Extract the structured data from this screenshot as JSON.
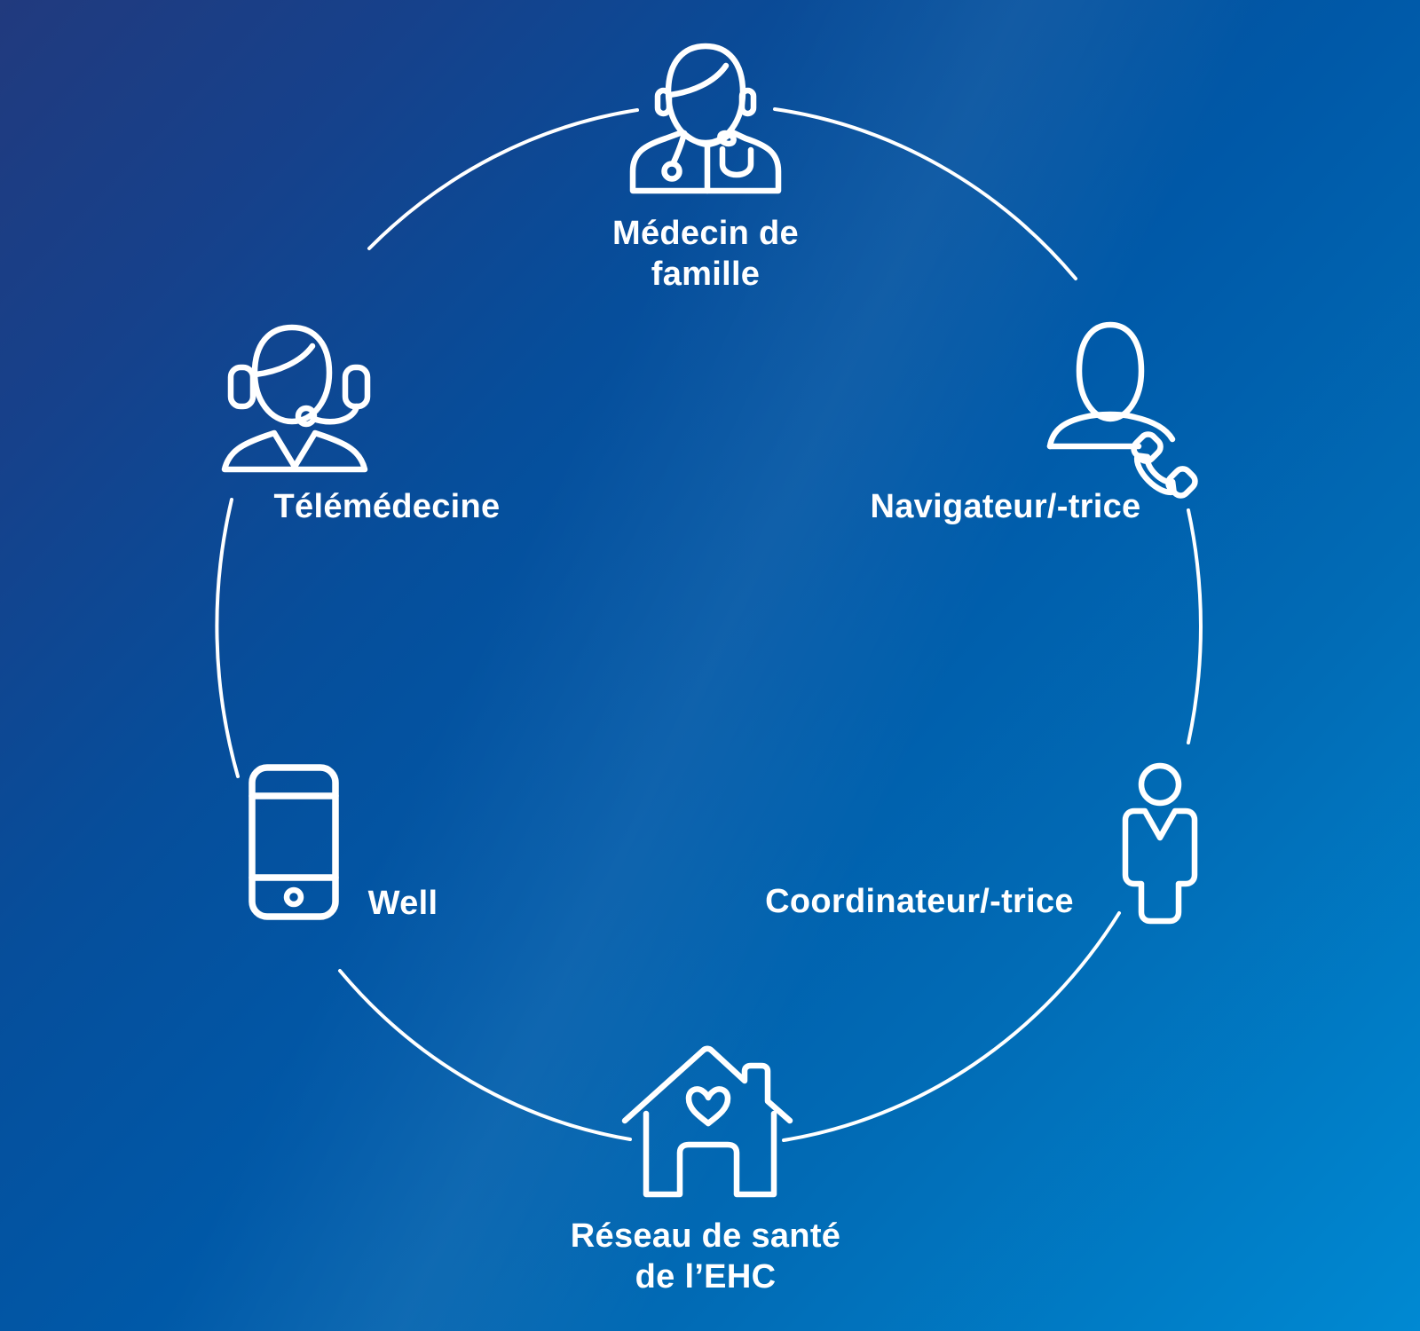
{
  "background": {
    "gradient_start": "#213A7E",
    "gradient_mid": "#0059A8",
    "gradient_end": "#0089D2"
  },
  "line_color": "#FFFFFF",
  "diagram": {
    "type": "circular-cycle",
    "ring": "thin white elliptical ring with gaps at each node",
    "nodes": [
      {
        "id": "medecin-de-famille",
        "label": "Médecin de famille",
        "label_lines": [
          "Médecin de",
          "famille"
        ],
        "icon": "doctor-icon",
        "position": "top"
      },
      {
        "id": "navigateur",
        "label": "Navigateur/-trice",
        "icon": "person-with-phone-icon",
        "position": "upper-right"
      },
      {
        "id": "coordinateur",
        "label": "Coordinateur/-trice",
        "icon": "person-icon",
        "position": "lower-right"
      },
      {
        "id": "reseau-sante-ehc",
        "label": "Réseau de santé de l’EHC",
        "label_lines": [
          "Réseau de santé",
          "de l’EHC"
        ],
        "icon": "house-heart-icon",
        "position": "bottom"
      },
      {
        "id": "well",
        "label": "Well",
        "icon": "smartphone-icon",
        "position": "lower-left"
      },
      {
        "id": "telemedecine",
        "label": "Télémédecine",
        "icon": "headset-agent-icon",
        "position": "upper-left"
      }
    ]
  }
}
